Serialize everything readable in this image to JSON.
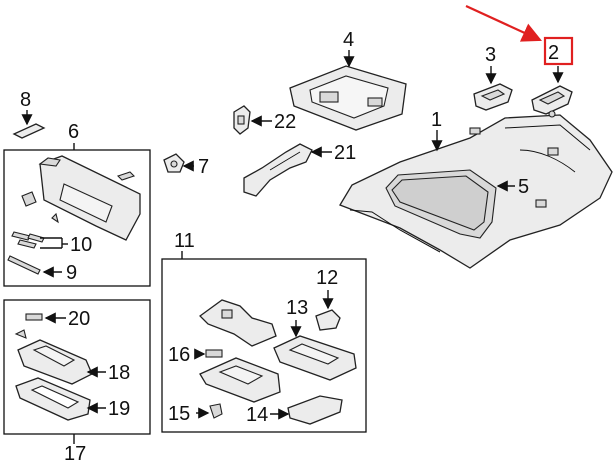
{
  "callouts": {
    "c1": "1",
    "c2": "2",
    "c3": "3",
    "c4": "4",
    "c5": "5",
    "c6": "6",
    "c7": "7",
    "c8": "8",
    "c9": "9",
    "c10": "10",
    "c11": "11",
    "c12": "12",
    "c13": "13",
    "c14": "14",
    "c15": "15",
    "c16": "16",
    "c17": "17",
    "c18": "18",
    "c19": "19",
    "c20": "20",
    "c21": "21",
    "c22": "22"
  },
  "colors": {
    "highlight": "#e02020",
    "line": "#111111",
    "part_fill": "#ececec",
    "background": "#ffffff"
  }
}
